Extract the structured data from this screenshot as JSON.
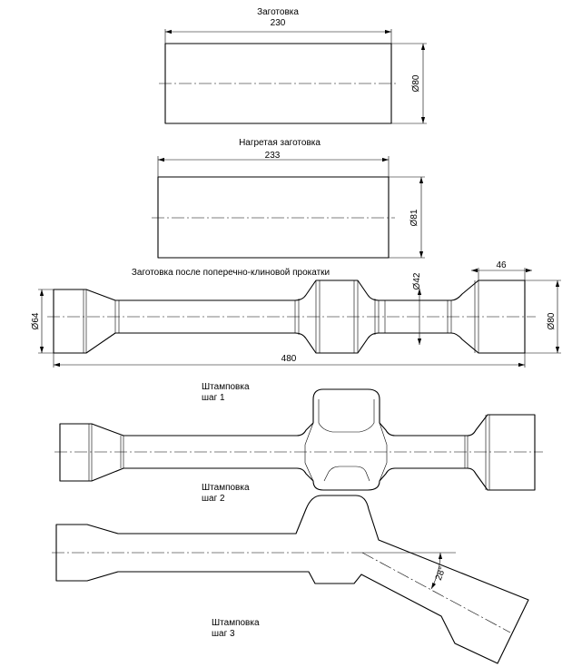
{
  "blank": {
    "title": "Заготовка",
    "length": "230",
    "diameter": "Ø80"
  },
  "heated": {
    "title": "Нагретая заготовка",
    "length": "233",
    "diameter": "Ø81"
  },
  "rolled": {
    "title": "Заготовка после поперечно-клиновой прокатки",
    "d_left": "Ø64",
    "d_mid": "Ø42",
    "d_right": "Ø80",
    "end_len": "46",
    "total_len": "480"
  },
  "step1": {
    "line1": "Штамповка",
    "line2": "шаг 1"
  },
  "step2": {
    "line1": "Штамповка",
    "line2": "шаг 2"
  },
  "step3": {
    "line1": "Штамповка",
    "line2": "шаг 3",
    "angle": "28°"
  }
}
